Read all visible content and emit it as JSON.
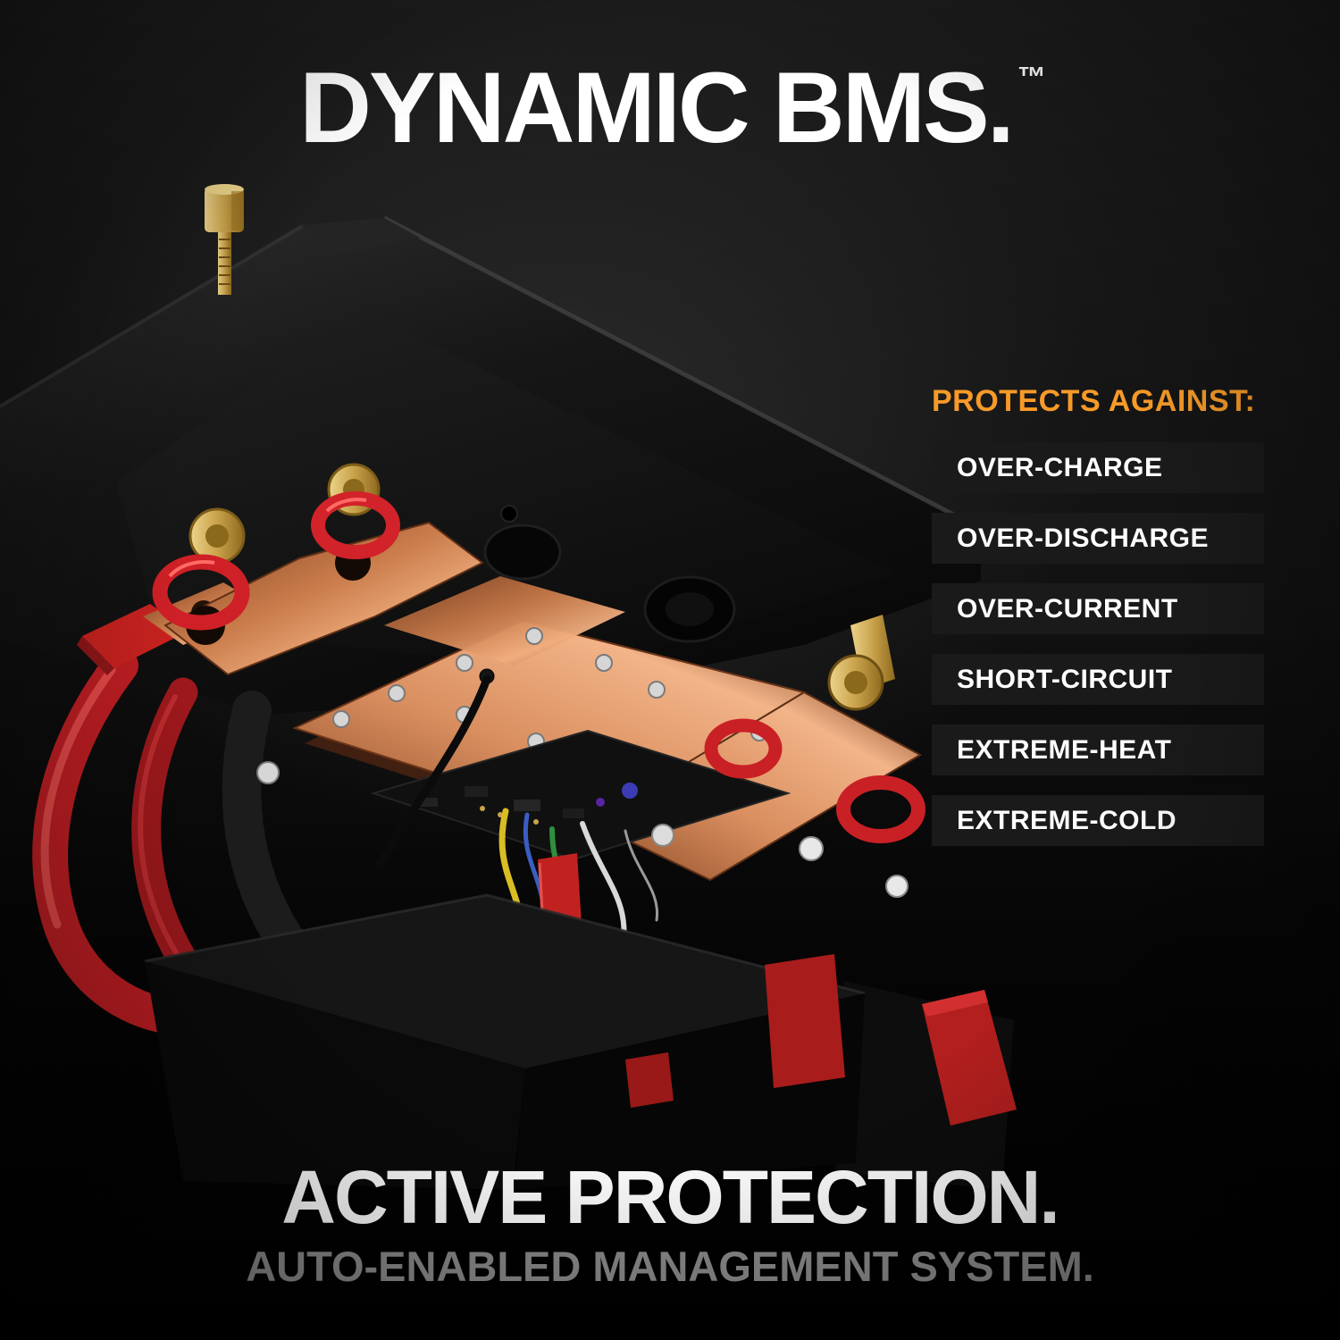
{
  "page": {
    "title": "DYNAMIC BMS.",
    "trademark": "™"
  },
  "protection": {
    "heading": "PROTECTS AGAINST:",
    "items": [
      "OVER-CHARGE",
      "OVER-DISCHARGE",
      "OVER-CURRENT",
      "SHORT-CIRCUIT",
      "EXTREME-HEAT",
      "EXTREME-COLD"
    ]
  },
  "footer": {
    "headline": "ACTIVE PROTECTION.",
    "subheadline": "AUTO-ENABLED MANAGEMENT SYSTEM."
  },
  "colors": {
    "accent_orange": "#F79A28",
    "headline_white": "#FFFFFF",
    "subheadline_gray": "#8D8D8D",
    "bar_background": "#1A1A1A",
    "page_background": "#000000",
    "cable_red": "#C12220",
    "copper": "#C97B4A",
    "brass": "#C9A24B"
  }
}
